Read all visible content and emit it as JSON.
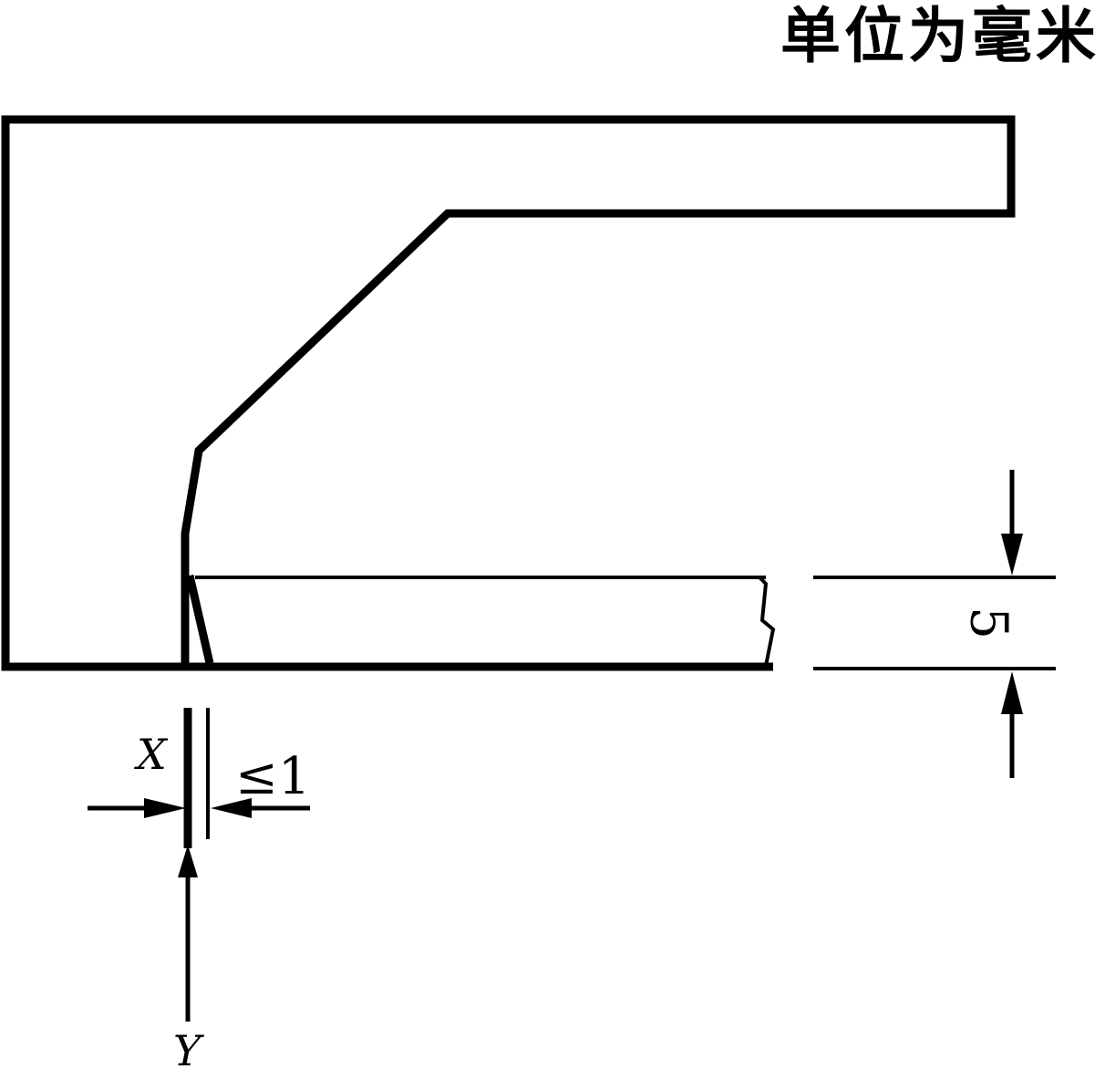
{
  "unit_note": "单位为毫米",
  "labels": {
    "x": "X",
    "y": "Y",
    "gap_limit": "≤1",
    "thickness": "5"
  }
}
